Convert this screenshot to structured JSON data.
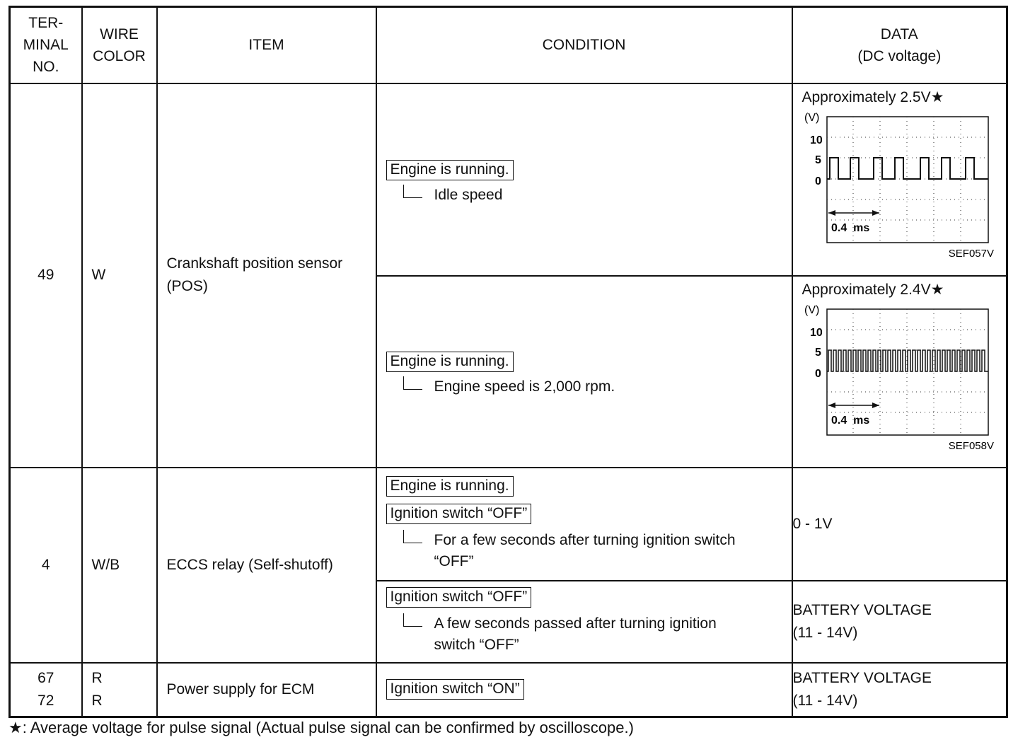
{
  "header": {
    "terminal": [
      "TER-",
      "MINAL",
      "NO."
    ],
    "wire": [
      "WIRE",
      "COLOR"
    ],
    "item": "ITEM",
    "condition": "CONDITION",
    "data": [
      "DATA",
      "(DC voltage)"
    ]
  },
  "row49": {
    "terminal": "49",
    "wire": "W",
    "item": [
      "Crankshaft position sensor",
      "(POS)"
    ],
    "cond1_box": "Engine is running.",
    "cond1_sub": "Idle speed",
    "data1": "Approximately 2.5V★",
    "cond2_box": "Engine is running.",
    "cond2_sub": "Engine speed is 2,000 rpm.",
    "data2": "Approximately 2.4V★"
  },
  "scope1": {
    "unit": "(V)",
    "y10": "10",
    "y5": "5",
    "y0": "0",
    "time": "0.4  ms",
    "ref": "SEF057V"
  },
  "scope2": {
    "unit": "(V)",
    "y10": "10",
    "y5": "5",
    "y0": "0",
    "time": "0.4  ms",
    "ref": "SEF058V"
  },
  "row4": {
    "terminal": "4",
    "wire": "W/B",
    "item": "ECCS relay (Self-shutoff)",
    "cond1_box_a": "Engine is running.",
    "cond1_box_b": "Ignition switch “OFF”",
    "cond1_sub": [
      "For a few seconds after turning ignition switch",
      "“OFF”"
    ],
    "data1": "0 - 1V",
    "cond2_box": "Ignition switch “OFF”",
    "cond2_sub": [
      "A few seconds passed after turning ignition",
      "switch “OFF”"
    ],
    "data2": [
      "BATTERY VOLTAGE",
      "(11 - 14V)"
    ]
  },
  "row67": {
    "terminal": [
      "67",
      "72"
    ],
    "wire": [
      "R",
      "R"
    ],
    "item": "Power supply for ECM",
    "cond_box": "Ignition switch “ON”",
    "data": [
      "BATTERY VOLTAGE",
      "(11 - 14V)"
    ]
  },
  "footnote": "★: Average voltage for pulse signal (Actual pulse signal can be confirmed by oscilloscope.)"
}
